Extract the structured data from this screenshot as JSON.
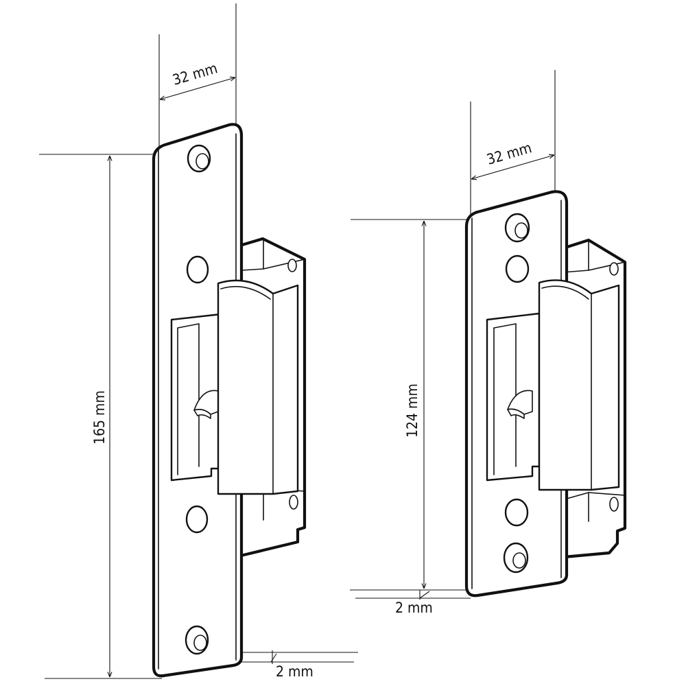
{
  "strike_large": {
    "width_label": "32 mm",
    "height_label": "165 mm",
    "offset_label": "2 mm"
  },
  "strike_small": {
    "width_label": "32 mm",
    "height_label": "124 mm",
    "offset_label": "2 mm"
  }
}
